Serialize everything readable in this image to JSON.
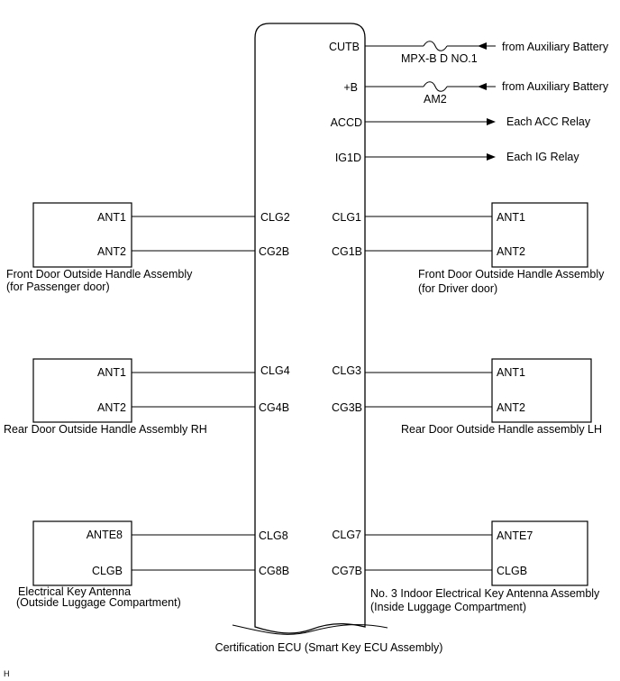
{
  "ecu": {
    "name": "Certification ECU (Smart Key ECU Assembly)",
    "pins_right_top": [
      "CUTB",
      "+B",
      "ACCD",
      "IG1D"
    ],
    "fuses": [
      "MPX-B D NO.1",
      "AM2"
    ],
    "outputs": [
      "from Auxiliary Battery",
      "from Auxiliary Battery",
      "Each ACC Relay",
      "Each IG Relay"
    ]
  },
  "components": [
    {
      "name_lines": [
        "Front Door Outside Handle Assembly",
        "(for Passenger door)"
      ],
      "terminals": [
        "ANT1",
        "ANT2"
      ],
      "ecu_pins": [
        "CLG2",
        "CG2B"
      ]
    },
    {
      "name_lines": [
        "Front Door Outside Handle Assembly",
        "(for Driver door)"
      ],
      "terminals": [
        "ANT1",
        "ANT2"
      ],
      "ecu_pins": [
        "CLG1",
        "CG1B"
      ]
    },
    {
      "name_lines": [
        "Rear Door Outside Handle Assembly RH"
      ],
      "terminals": [
        "ANT1",
        "ANT2"
      ],
      "ecu_pins": [
        "CLG4",
        "CG4B"
      ]
    },
    {
      "name_lines": [
        "Rear Door Outside Handle assembly LH"
      ],
      "terminals": [
        "ANT1",
        "ANT2"
      ],
      "ecu_pins": [
        "CLG3",
        "CG3B"
      ]
    },
    {
      "name_lines": [
        "Electrical Key Antenna",
        "(Outside Luggage Compartment)"
      ],
      "terminals": [
        "ANTE8",
        "CLGB"
      ],
      "ecu_pins": [
        "CLG8",
        "CG8B"
      ]
    },
    {
      "name_lines": [
        "No. 3 Indoor Electrical Key Antenna Assembly",
        "(Inside Luggage Compartment)"
      ],
      "terminals": [
        "ANTE7",
        "CLGB"
      ],
      "ecu_pins": [
        "CLG7",
        "CG7B"
      ]
    }
  ],
  "corner_mark": "H"
}
